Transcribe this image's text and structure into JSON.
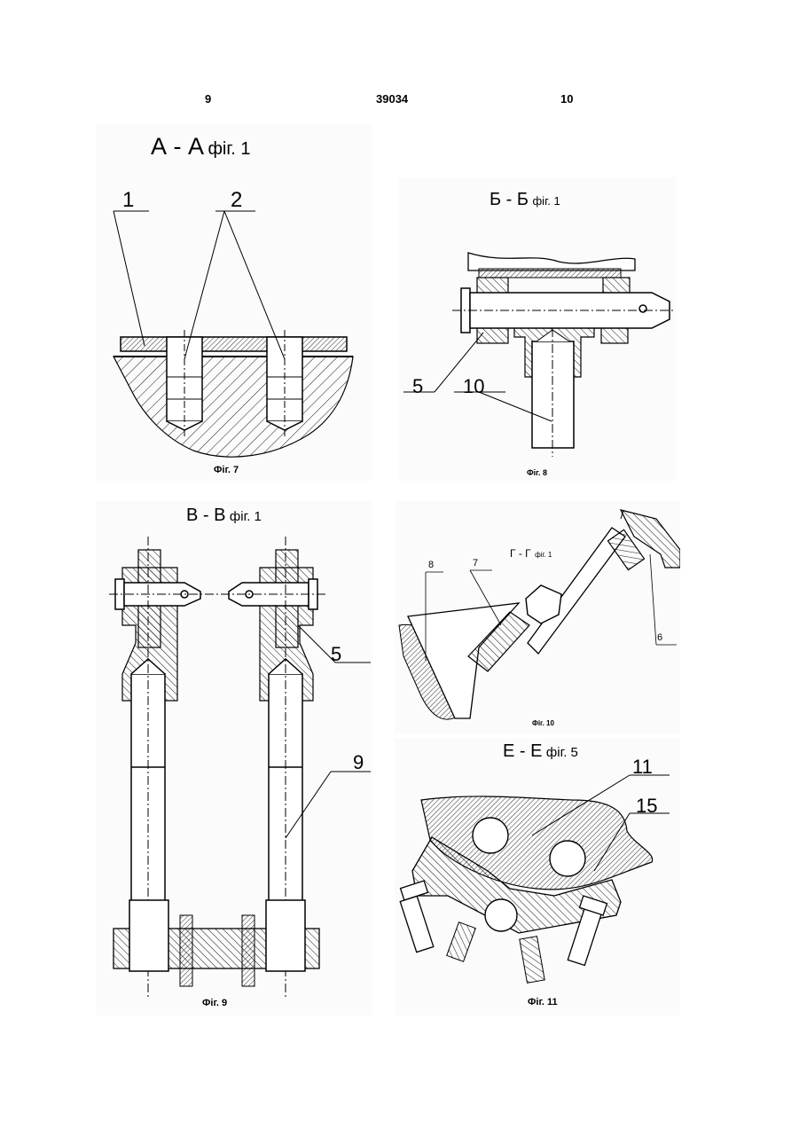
{
  "header": {
    "left_page": "9",
    "patent_number": "39034",
    "right_page": "10"
  },
  "figures": {
    "fig7": {
      "section": "А - А",
      "ref": "фіг. 1",
      "caption": "Фіг. 7",
      "labels": [
        "1",
        "2"
      ]
    },
    "fig8": {
      "section": "Б - Б",
      "ref": "фіг. 1",
      "caption": "Фіг. 8",
      "labels": [
        "5",
        "10"
      ]
    },
    "fig9": {
      "section": "В - В",
      "ref": "фіг. 1",
      "caption": "Фіг. 9",
      "labels": [
        "5",
        "9"
      ]
    },
    "fig10": {
      "section": "Г - Г",
      "ref": "фіг. 1",
      "caption": "Фіг. 10",
      "labels": [
        "8",
        "7",
        "6"
      ]
    },
    "fig11": {
      "section": "Е - Е",
      "ref": "фіг. 5",
      "caption": "Фіг. 11",
      "labels": [
        "11",
        "15"
      ]
    }
  }
}
